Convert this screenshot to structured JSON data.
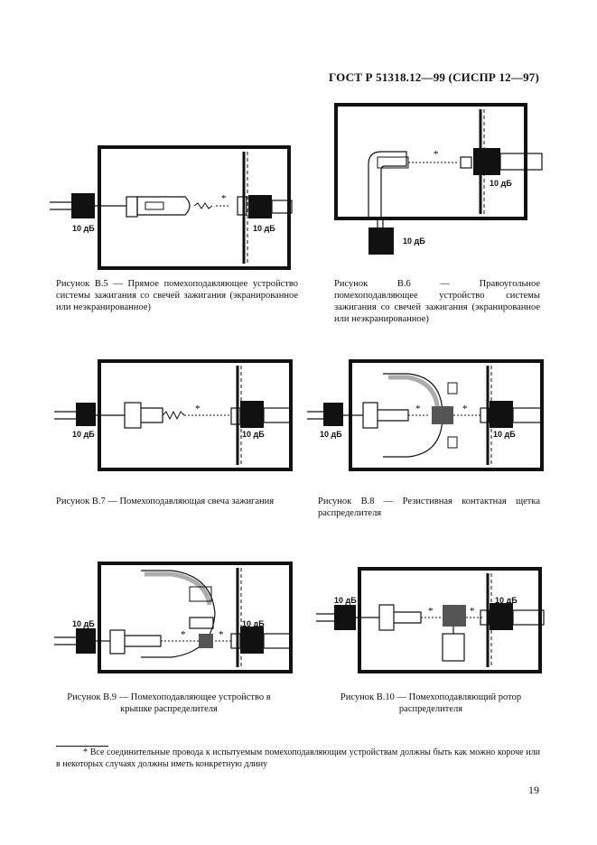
{
  "header": {
    "standard": "ГОСТ Р 51318.12—99 (СИСПР 12—97)"
  },
  "attenuator_label": "10 дБ",
  "star": "*",
  "figures": {
    "b5": {
      "caption": "Рисунок В.5 — Прямое помехоподавляющее устройство системы зажигания со свечей зажигания (экранированное или неэкранированное)"
    },
    "b6": {
      "caption": "Рисунок В.6 — Правоугольное помехоподавляющее устройство системы зажигания со свечей зажигания (экранированное или неэкранированное)"
    },
    "b7": {
      "caption": "Рисунок В.7 — Помехоподавляющая свеча зажигания"
    },
    "b8": {
      "caption": "Рисунок В.8 — Резистивная контактная щетка распределителя"
    },
    "b9": {
      "caption": "Рисунок В.9 — Помехоподавляющее устройство в крышке распределителя"
    },
    "b10": {
      "caption": "Рисунок В.10 — Помехоподавляющий ротор распределителя"
    }
  },
  "footnote": "* Все соединительные провода к испытуемым помехоподавляющим устройствам должны быть как можно короче или в некоторых случаях должны иметь конкретную длину",
  "page_number": "19"
}
